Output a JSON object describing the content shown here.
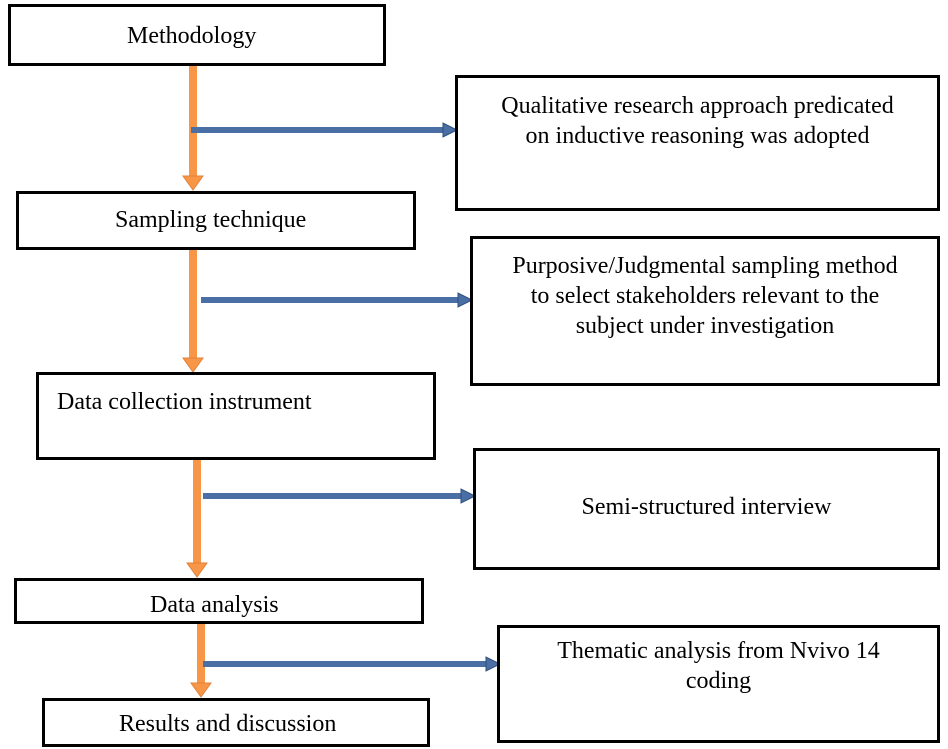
{
  "steps": [
    {
      "label": "Methodology"
    },
    {
      "label": "Sampling technique"
    },
    {
      "label": "Data collection instrument"
    },
    {
      "label": "Data analysis"
    },
    {
      "label": "Results and discussion"
    }
  ],
  "details": [
    {
      "text": "Qualitative research approach predicated\non inductive reasoning was adopted"
    },
    {
      "text": "Purposive/Judgmental sampling method\nto select stakeholders relevant to the\nsubject under investigation"
    },
    {
      "text": "Semi-structured interview"
    },
    {
      "text": "Thematic analysis from Nvivo 14\ncoding"
    }
  ],
  "colors": {
    "flow_arrow": "#F79646",
    "flow_arrow_edge": "#E3823C",
    "link_arrow": "#4A6FA5",
    "link_arrow_edge": "#2E4F7E",
    "box_border": "#000000"
  }
}
